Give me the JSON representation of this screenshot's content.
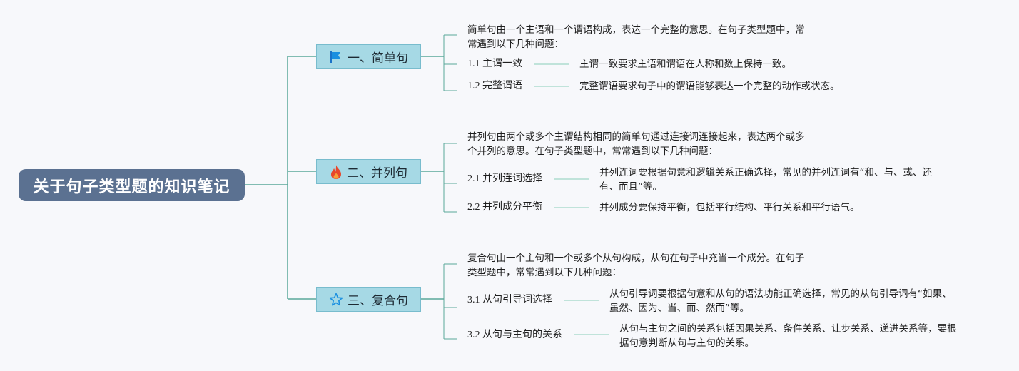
{
  "root": {
    "title": "关于句子类型题的知识笔记"
  },
  "branches": [
    {
      "label": "一、简单句",
      "icon": "flag-icon",
      "intro": [
        "简单句由一个主语和一个谓语构成，表达一个完整的意思。在句子类型题中，常",
        "常遇到以下几种问题："
      ],
      "items": [
        {
          "label": "1.1 主谓一致",
          "desc": [
            "主谓一致要求主语和谓语在人称和数上保持一致。"
          ]
        },
        {
          "label": "1.2 完整谓语",
          "desc": [
            "完整谓语要求句子中的谓语能够表达一个完整的动作或状态。"
          ]
        }
      ]
    },
    {
      "label": "二、并列句",
      "icon": "fire-icon",
      "intro": [
        "并列句由两个或多个主谓结构相同的简单句通过连接词连接起来，表达两个或多",
        "个并列的意思。在句子类型题中，常常遇到以下几种问题："
      ],
      "items": [
        {
          "label": "2.1 并列连词选择",
          "desc": [
            "并列连词要根据句意和逻辑关系正确选择，常见的并列连词有“和、与、或、还",
            "有、而且”等。"
          ]
        },
        {
          "label": "2.2 并列成分平衡",
          "desc": [
            "并列成分要保持平衡，包括平行结构、平行关系和平行语气。"
          ]
        }
      ]
    },
    {
      "label": "三、复合句",
      "icon": "star-icon",
      "intro": [
        "复合句由一个主句和一个或多个从句构成，从句在句子中充当一个成分。在句子",
        "类型题中，常常遇到以下几种问题："
      ],
      "items": [
        {
          "label": "3.1 从句引导词选择",
          "desc": [
            "从句引导词要根据句意和从句的语法功能正确选择，常见的从句引导词有“如果、",
            "虽然、因为、当、而、然而”等。"
          ]
        },
        {
          "label": "3.2 从句与主句的关系",
          "desc": [
            "从句与主句之间的关系包括因果关系、条件关系、让步关系、递进关系等，要根",
            "据句意判断从句与主句的关系。"
          ]
        }
      ]
    }
  ],
  "colors": {
    "root": "#5b7191",
    "branch": "#a6d9e5",
    "line": "#5aa79a",
    "subline": "#9fd6c7"
  }
}
